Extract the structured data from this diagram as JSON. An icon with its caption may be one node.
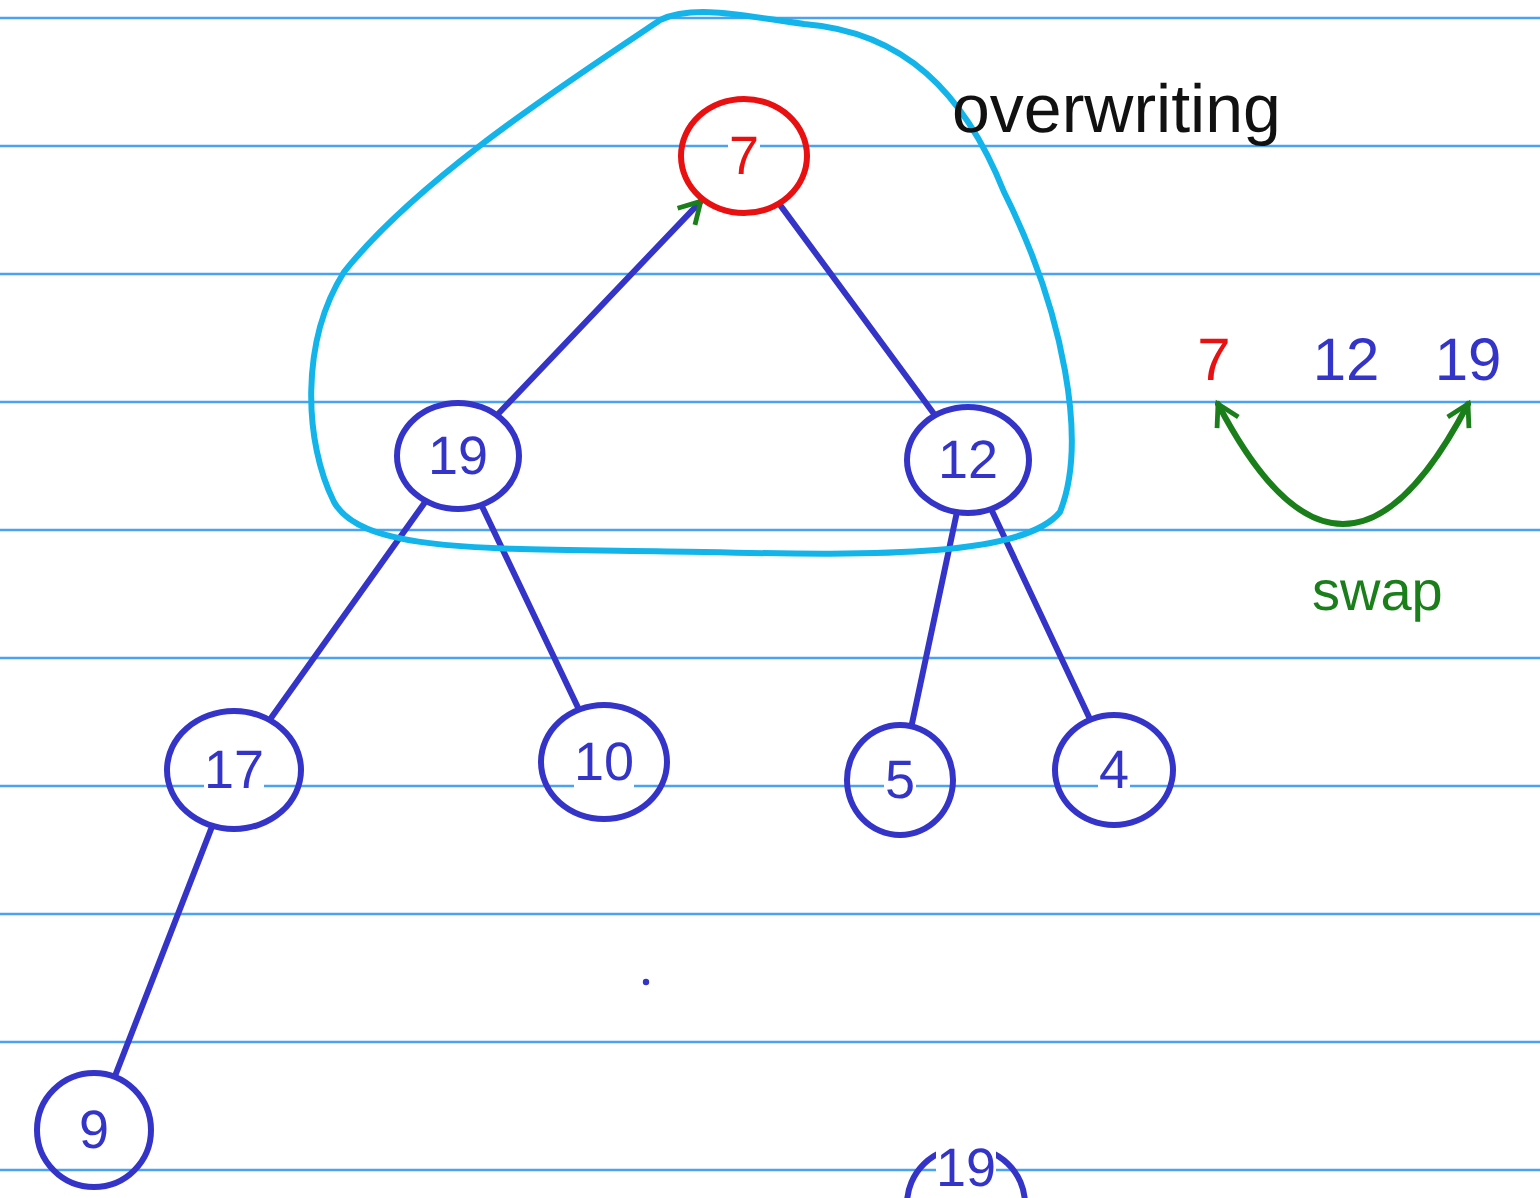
{
  "diagram": {
    "nodes": [
      {
        "text": [],
        "shape": "cloud"
      },
      {
        "text": [
          "7"
        ],
        "in": 0
      },
      {
        "text": [
          "19"
        ],
        "in": 0
      },
      {
        "text": [
          "12"
        ],
        "in": 0
      },
      {
        "text": [
          "17"
        ]
      },
      {
        "text": [
          "10"
        ]
      },
      {
        "text": [
          "5"
        ]
      },
      {
        "text": [
          "4"
        ]
      },
      {
        "text": [
          "9"
        ]
      },
      {
        "text": [
          "19"
        ]
      },
      {
        "text": [
          "7"
        ]
      },
      {
        "text": [
          "12"
        ]
      },
      {
        "text": [
          "19"
        ]
      }
    ],
    "edges": [
      {
        "from": 2,
        "to": 1,
        "arrow": "to"
      },
      {
        "from": 3,
        "to": 1,
        "arrow": "none"
      },
      {
        "from": 2,
        "to": 4,
        "arrow": "none"
      },
      {
        "from": 2,
        "to": 5,
        "arrow": "none"
      },
      {
        "from": 3,
        "to": 6,
        "arrow": "none"
      },
      {
        "from": 3,
        "to": 7,
        "arrow": "none"
      },
      {
        "from": 4,
        "to": 8,
        "arrow": "none"
      },
      {
        "from": 10,
        "to": 12,
        "arrow": "both",
        "color": "#1a7f1a"
      }
    ],
    "labels": [
      "overwriting",
      "swap"
    ]
  }
}
